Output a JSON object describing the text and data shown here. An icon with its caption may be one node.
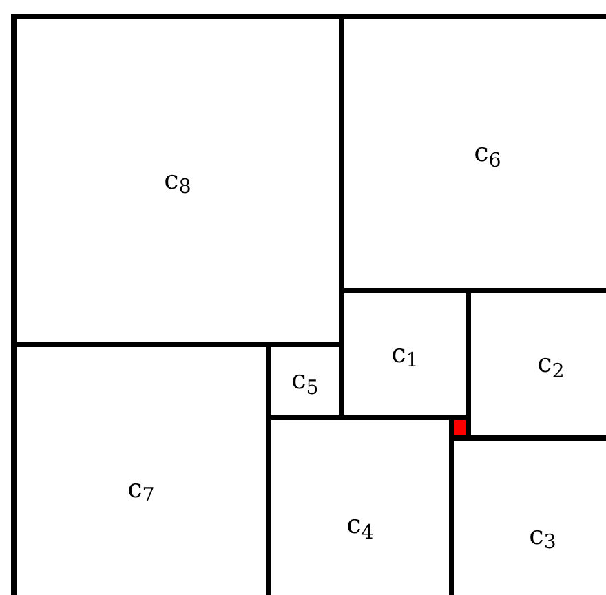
{
  "diagram": {
    "nodes": [
      {
        "text": [
          "c$_{8}$"
        ]
      },
      {
        "text": [
          "c$_{6}$"
        ]
      },
      {
        "text": [
          "c$_{1}$"
        ]
      },
      {
        "text": [
          "c$_{2}$"
        ]
      },
      {
        "text": [
          "c$_{5}$"
        ]
      },
      {
        "text": [
          "c$_{7}$"
        ]
      },
      {
        "text": [
          "c$_{4}$"
        ]
      },
      {
        "text": [
          "c$_{3}$"
        ]
      },
      {
        "text": [],
        "shape": "box"
      }
    ]
  }
}
